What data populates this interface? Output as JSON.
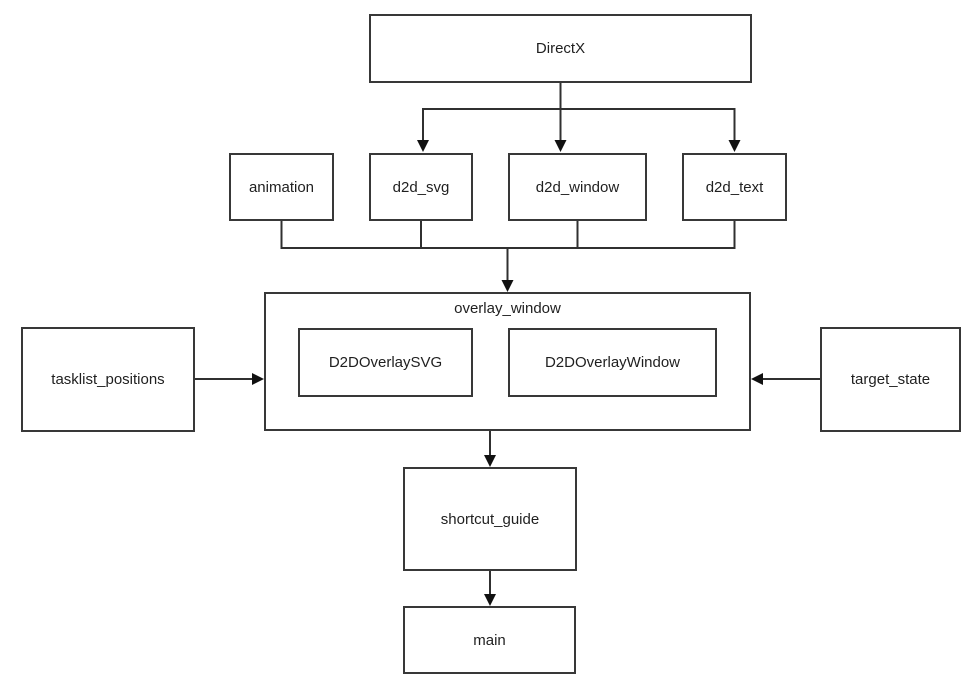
{
  "diagram": {
    "type": "dependency-flowchart",
    "background_color": "#ffffff",
    "line_color": "#303030",
    "text_color": "#1f1f1f",
    "nodes": {
      "directx": {
        "label": "DirectX"
      },
      "animation": {
        "label": "animation"
      },
      "d2d_svg": {
        "label": "d2d_svg"
      },
      "d2d_window": {
        "label": "d2d_window"
      },
      "d2d_text": {
        "label": "d2d_text"
      },
      "overlay_window": {
        "label": "overlay_window"
      },
      "d2d_overlay_svg": {
        "label": "D2DOverlaySVG"
      },
      "d2d_overlay_window": {
        "label": "D2DOverlayWindow"
      },
      "tasklist_positions": {
        "label": "tasklist_positions"
      },
      "target_state": {
        "label": "target_state"
      },
      "shortcut_guide": {
        "label": "shortcut_guide"
      },
      "main": {
        "label": "main"
      }
    },
    "edges": [
      {
        "from": "DirectX",
        "to": "d2d_svg"
      },
      {
        "from": "DirectX",
        "to": "d2d_window"
      },
      {
        "from": "DirectX",
        "to": "d2d_text"
      },
      {
        "from": "animation",
        "to": "overlay_window"
      },
      {
        "from": "d2d_svg",
        "to": "overlay_window"
      },
      {
        "from": "d2d_window",
        "to": "overlay_window"
      },
      {
        "from": "d2d_text",
        "to": "overlay_window"
      },
      {
        "from": "tasklist_positions",
        "to": "overlay_window"
      },
      {
        "from": "target_state",
        "to": "overlay_window"
      },
      {
        "from": "overlay_window",
        "to": "shortcut_guide"
      },
      {
        "from": "shortcut_guide",
        "to": "main"
      }
    ],
    "contains": [
      {
        "parent": "overlay_window",
        "children": [
          "D2DOverlaySVG",
          "D2DOverlayWindow"
        ]
      }
    ]
  }
}
